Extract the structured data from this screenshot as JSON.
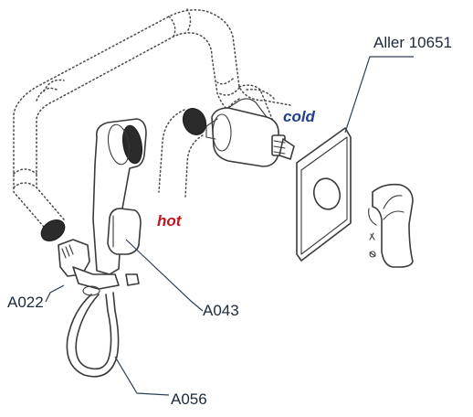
{
  "labels": {
    "product": "Aller 10651",
    "cold": "cold",
    "hot": "hot",
    "part_a022": "A022",
    "part_a043": "A043",
    "part_a056": "A056"
  },
  "colors": {
    "cold": "#1f3f8f",
    "hot": "#c0161e",
    "label": "#1c2a3a",
    "line": "#3a3a3a"
  }
}
